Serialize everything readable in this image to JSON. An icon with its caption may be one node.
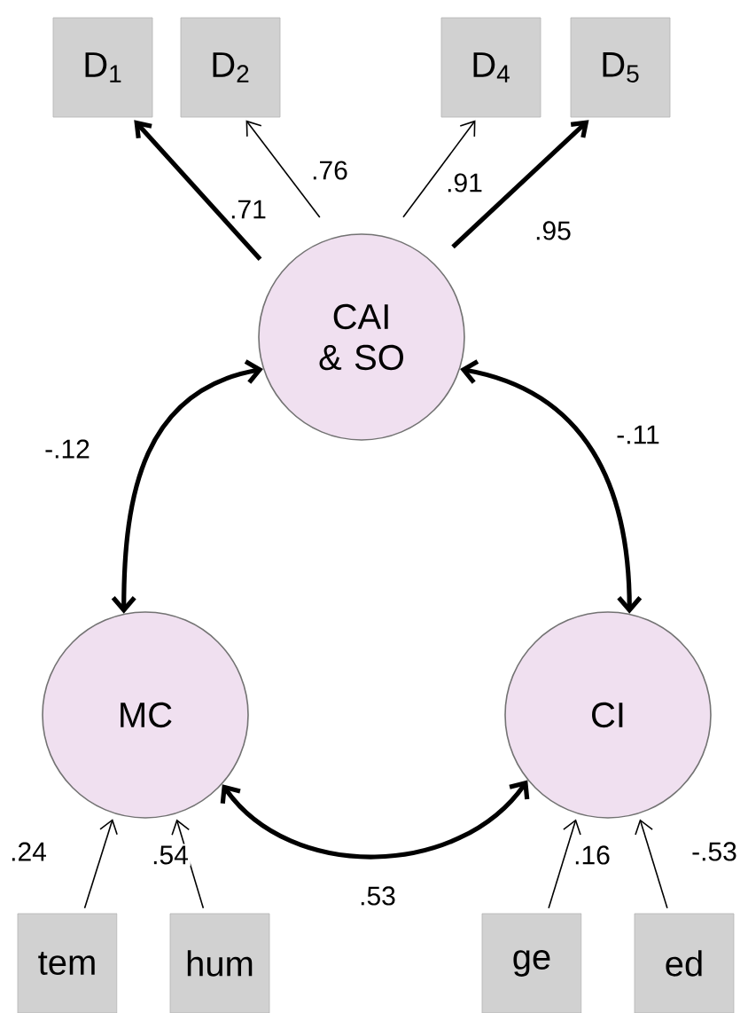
{
  "diagram": {
    "nodes": [
      {
        "text": [
          "D$_{1}$"
        ]
      },
      {
        "text": [
          "D$_{2}$"
        ]
      },
      {
        "text": [
          "D$_{4}$"
        ]
      },
      {
        "text": [
          "D$_{5}$"
        ]
      },
      {
        "text": [
          "CAI & SO"
        ]
      },
      {
        "text": [
          "MC"
        ]
      },
      {
        "text": [
          "CI"
        ]
      },
      {
        "text": [
          "tem"
        ]
      },
      {
        "text": [
          "hum"
        ]
      },
      {
        "text": [
          "ge"
        ]
      },
      {
        "text": [
          "ed"
        ]
      }
    ],
    "edges": [
      {
        "from": 4,
        "to": 0,
        "arrow": "to",
        "label": ".71",
        "style": "thick"
      },
      {
        "from": 4,
        "to": 1,
        "arrow": "to",
        "label": ".76"
      },
      {
        "from": 4,
        "to": 2,
        "arrow": "to",
        "label": ".91"
      },
      {
        "from": 4,
        "to": 3,
        "arrow": "to",
        "label": ".95",
        "style": "thick"
      },
      {
        "from": 4,
        "to": 5,
        "arrow": "both",
        "label": "-.12",
        "style": "thick"
      },
      {
        "from": 4,
        "to": 6,
        "arrow": "both",
        "label": "-.11",
        "style": "thick"
      },
      {
        "from": 5,
        "to": 6,
        "arrow": "both",
        "label": ".53",
        "style": "thick"
      },
      {
        "from": 7,
        "to": 5,
        "arrow": "to",
        "label": ".24"
      },
      {
        "from": 8,
        "to": 5,
        "arrow": "to",
        "label": ".54"
      },
      {
        "from": 9,
        "to": 6,
        "arrow": "to",
        "label": ".16"
      },
      {
        "from": 10,
        "to": 6,
        "arrow": "to",
        "label": "-.53"
      }
    ]
  }
}
